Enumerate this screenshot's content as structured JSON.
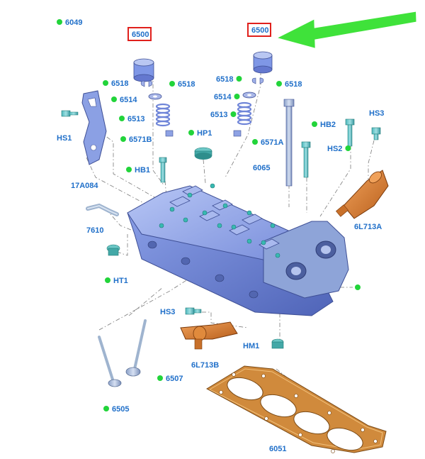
{
  "colors": {
    "label": "#1f6fc9",
    "dot": "#22d43a",
    "highlight_box": "#e0201c",
    "arrow": "#3fe23a",
    "part_blue": "#7f97e6",
    "part_orange": "#d9792c",
    "gasket": "#d0883a"
  },
  "highlighted_part": "6500",
  "labels": [
    {
      "id": "6049",
      "text": "6049",
      "dot": true
    },
    {
      "id": "6500-left",
      "text": "6500",
      "boxed": true
    },
    {
      "id": "6500-right",
      "text": "6500",
      "boxed": true
    },
    {
      "id": "6518-ll",
      "text": "6518",
      "dot": true
    },
    {
      "id": "6518-lr",
      "text": "6518",
      "dot": true
    },
    {
      "id": "6518-rl",
      "text": "6518",
      "dot": true
    },
    {
      "id": "6518-rr",
      "text": "6518",
      "dot": true
    },
    {
      "id": "6514-l",
      "text": "6514",
      "dot": true
    },
    {
      "id": "6514-r",
      "text": "6514",
      "dot": true
    },
    {
      "id": "6513-l",
      "text": "6513",
      "dot": true
    },
    {
      "id": "6513-r",
      "text": "6513",
      "dot": true
    },
    {
      "id": "6571B",
      "text": "6571B",
      "dot": true
    },
    {
      "id": "6571A",
      "text": "6571A",
      "dot": true
    },
    {
      "id": "HP1",
      "text": "HP1",
      "dot": true
    },
    {
      "id": "HB1",
      "text": "HB1",
      "dot": true
    },
    {
      "id": "HB2",
      "text": "HB2",
      "dot": true
    },
    {
      "id": "HS1",
      "text": "HS1"
    },
    {
      "id": "HS2",
      "text": "HS2",
      "dot": true
    },
    {
      "id": "HS3-top",
      "text": "HS3"
    },
    {
      "id": "HS3-mid",
      "text": "HS3"
    },
    {
      "id": "17A084",
      "text": "17A084"
    },
    {
      "id": "6065",
      "text": "6065"
    },
    {
      "id": "7610",
      "text": "7610"
    },
    {
      "id": "6L713A",
      "text": "6L713A"
    },
    {
      "id": "6L713B",
      "text": "6L713B"
    },
    {
      "id": "HT1",
      "text": "HT1",
      "dot": true
    },
    {
      "id": "HM1",
      "text": "HM1"
    },
    {
      "id": "6505",
      "text": "6505",
      "dot": true
    },
    {
      "id": "6507",
      "text": "6507",
      "dot": true
    },
    {
      "id": "6051",
      "text": "6051"
    }
  ]
}
